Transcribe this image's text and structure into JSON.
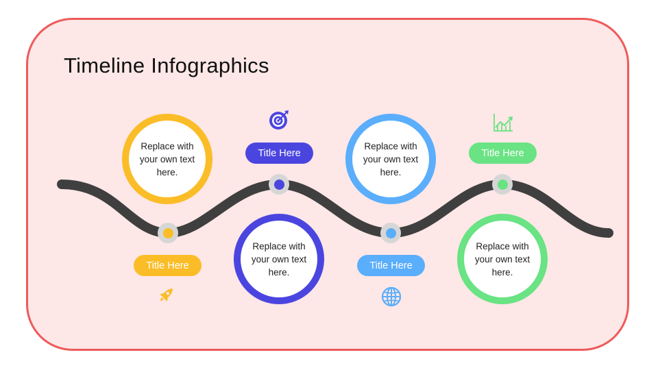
{
  "title": "Timeline Infographics",
  "colors": {
    "frame": "#ee5a5a",
    "background": "#fde7e7",
    "wave": "#3f3f3f",
    "node": "#d6d6d6",
    "yellow": "#fbbd27",
    "indigo": "#4b45e0",
    "blue": "#5aaefb",
    "green": "#69e383"
  },
  "steps": [
    {
      "title": "Title Here",
      "text": "Replace with your own text here.",
      "color": "#fbbd27",
      "icon": "rocket-icon"
    },
    {
      "title": "Title Here",
      "text": "Replace with your own text here.",
      "color": "#4b45e0",
      "icon": "target-icon"
    },
    {
      "title": "Title Here",
      "text": "Replace with your own text here.",
      "color": "#5aaefb",
      "icon": "globe-icon"
    },
    {
      "title": "Title Here",
      "text": "Replace with your own text here.",
      "color": "#69e383",
      "icon": "growth-chart-icon"
    }
  ]
}
